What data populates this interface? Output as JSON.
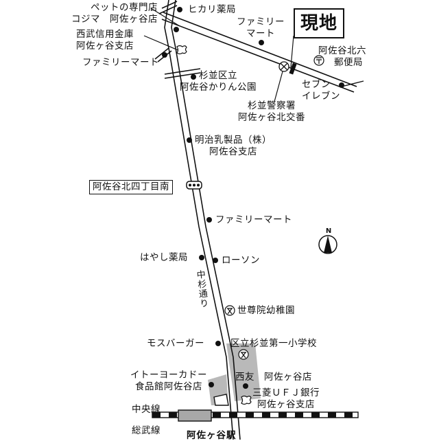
{
  "map": {
    "destination_label": "現地",
    "north_label": "N",
    "road_label": "中杉通り",
    "bus_stop_label": "阿佐谷北四丁目南",
    "station_label": "阿佐ヶ谷駅",
    "rail_lines": [
      "中央線",
      "総武線"
    ],
    "landmarks": [
      {
        "id": "pet-shop",
        "lines": [
          "ペットの専門店",
          "コジマ　阿佐ヶ谷店"
        ],
        "type": "shop"
      },
      {
        "id": "hikari-pharmacy",
        "lines": [
          "ヒカリ薬局"
        ],
        "type": "shop"
      },
      {
        "id": "seibu-shinkin",
        "lines": [
          "西武信用金庫",
          "阿佐ヶ谷支店"
        ],
        "type": "bank"
      },
      {
        "id": "familymart-1",
        "lines": [
          "ファミリーマート"
        ],
        "type": "shop"
      },
      {
        "id": "familymart-2",
        "lines": [
          "ファミリー",
          "マート"
        ],
        "type": "shop"
      },
      {
        "id": "karin-park",
        "lines": [
          "杉並区立",
          "阿佐谷かりん公園"
        ],
        "type": "park"
      },
      {
        "id": "post-office",
        "lines": [
          "阿佐谷北六",
          "郵便局"
        ],
        "type": "post-office"
      },
      {
        "id": "police-box",
        "lines": [
          "杉並警察署",
          "阿佐ヶ谷北交番"
        ],
        "type": "police"
      },
      {
        "id": "seven-eleven",
        "lines": [
          "セブン",
          "イレブン"
        ],
        "type": "shop"
      },
      {
        "id": "meiji",
        "lines": [
          "明治乳製品（株）",
          "阿佐谷支店"
        ],
        "type": "shop"
      },
      {
        "id": "familymart-3",
        "lines": [
          "ファミリーマート"
        ],
        "type": "shop"
      },
      {
        "id": "hayashi-pharmacy",
        "lines": [
          "はやし薬局"
        ],
        "type": "shop"
      },
      {
        "id": "lawson",
        "lines": [
          "ローソン"
        ],
        "type": "shop"
      },
      {
        "id": "sesonin-kindergarten",
        "lines": [
          "世尊院幼稚園"
        ],
        "type": "school"
      },
      {
        "id": "mos-burger",
        "lines": [
          "モスバーガー"
        ],
        "type": "shop"
      },
      {
        "id": "suginami-daiichi-school",
        "lines": [
          "区立杉並第一小学校"
        ],
        "type": "school"
      },
      {
        "id": "ito-yokado",
        "lines": [
          "イトーヨーカドー",
          "食品館阿佐谷店"
        ],
        "type": "shop"
      },
      {
        "id": "seiyu",
        "lines": [
          "西友　阿佐ヶ谷店"
        ],
        "type": "shop"
      },
      {
        "id": "mufg",
        "lines": [
          "三菱ＵＦＪ銀行",
          "阿佐ヶ谷支店"
        ],
        "type": "bank"
      }
    ],
    "colors": {
      "ink": "#111111",
      "paper": "#ffffff",
      "block_gray": "#b8b8b8",
      "station_gray": "#a8a8a8"
    }
  }
}
